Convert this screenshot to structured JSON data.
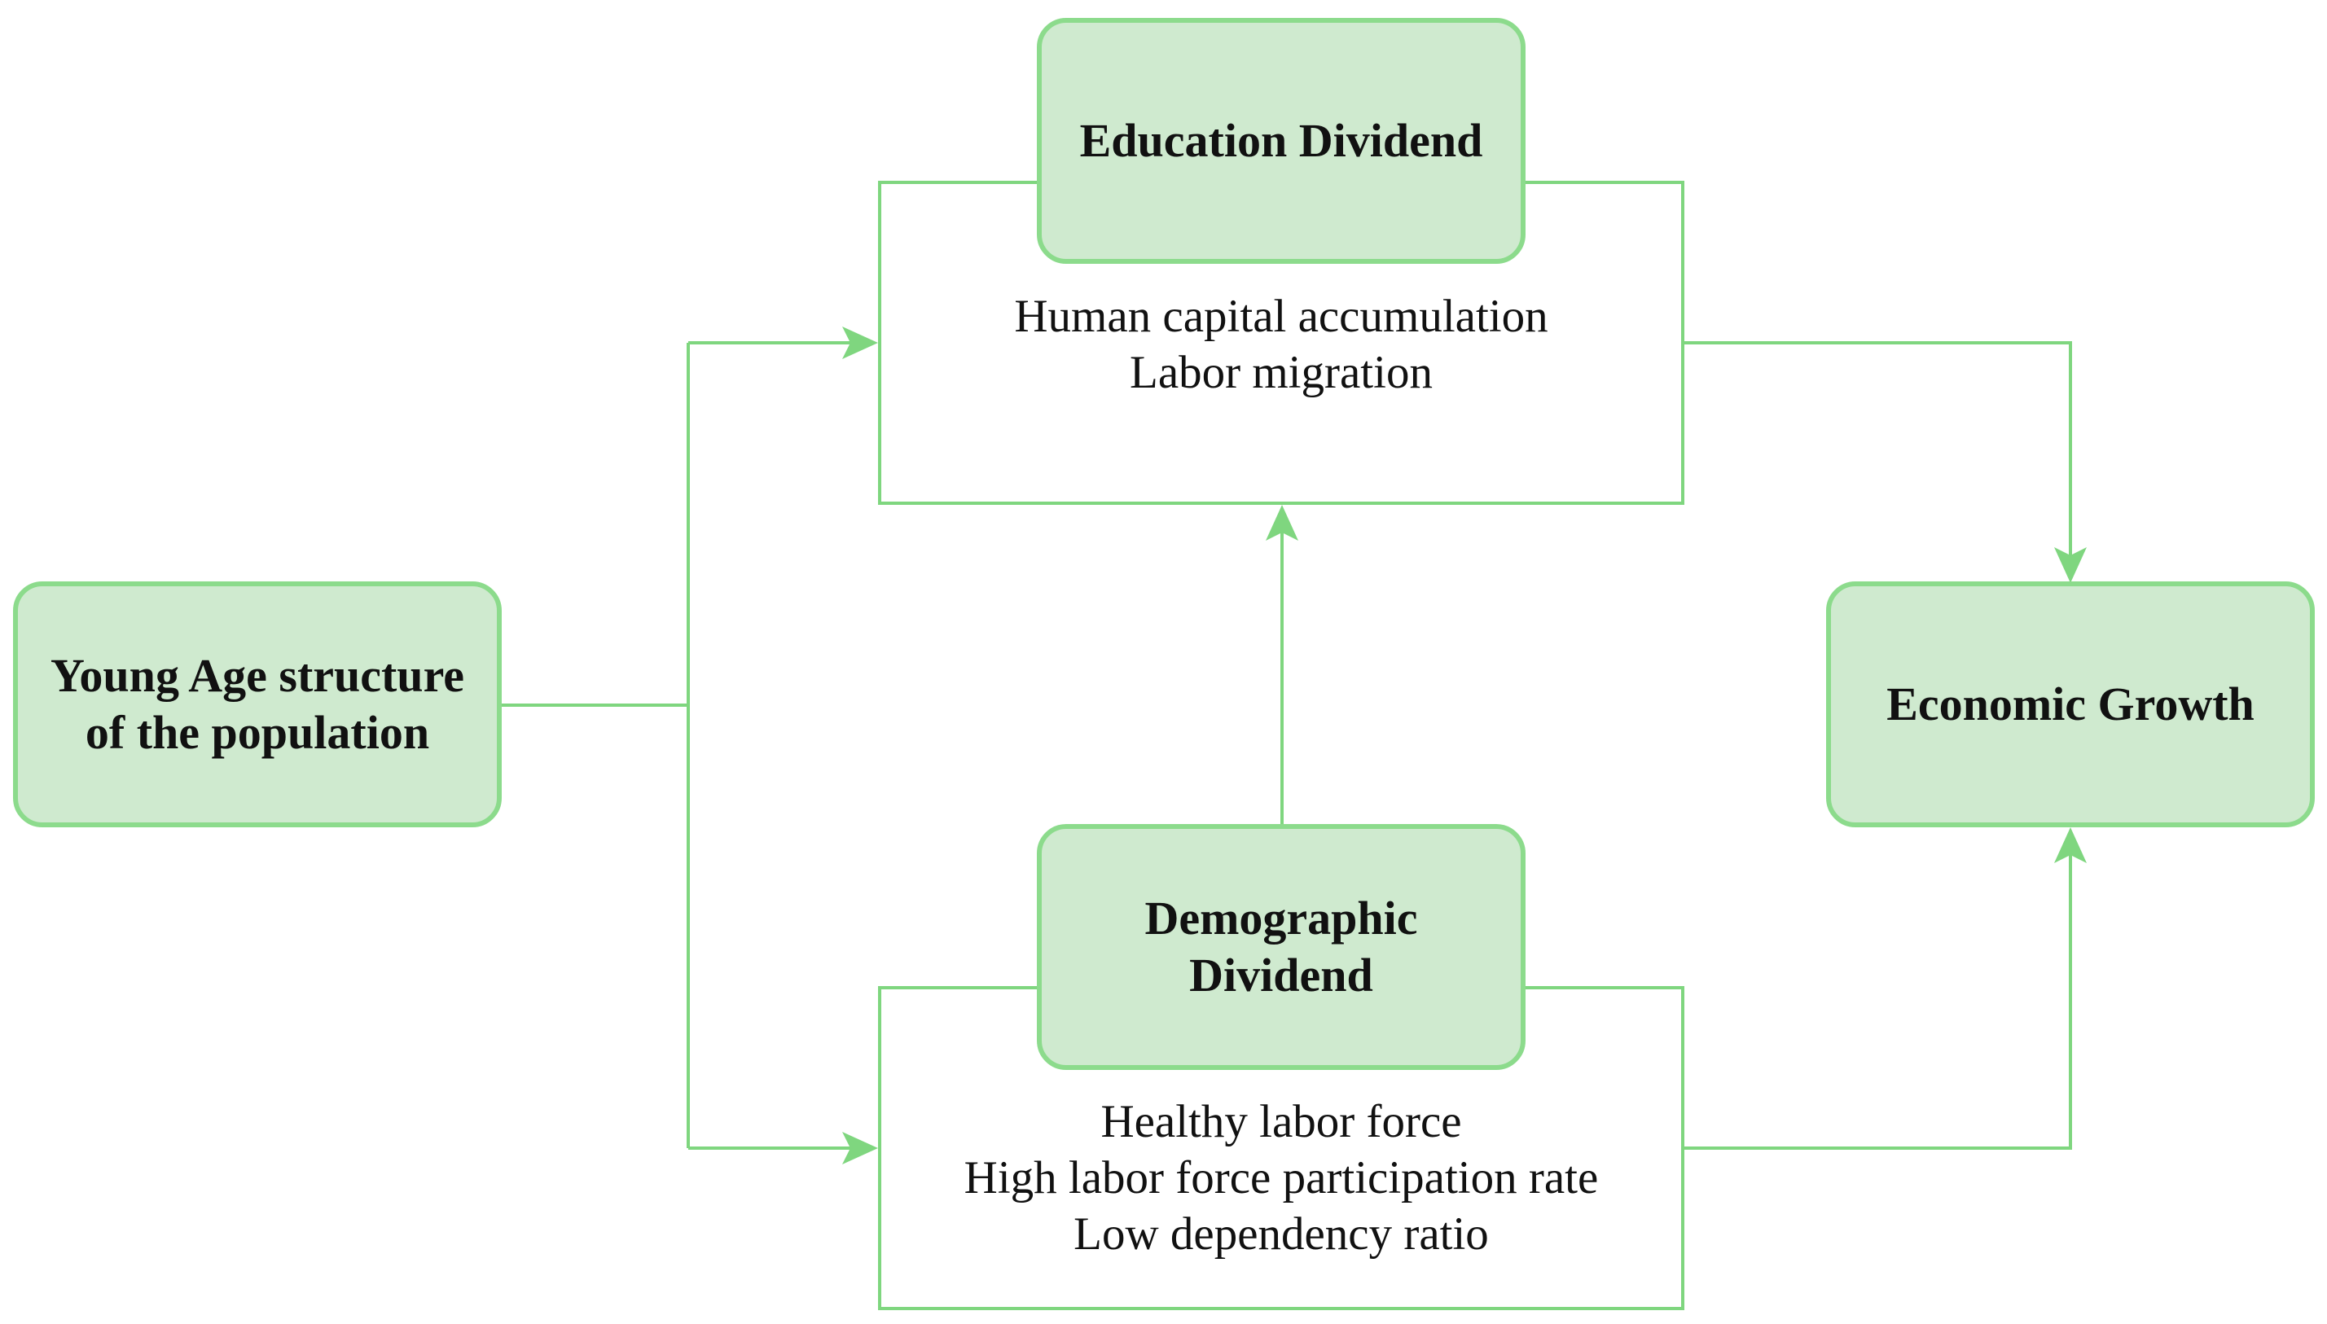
{
  "nodes": {
    "young_age": {
      "line1": "Young Age structure",
      "line2": "of the population"
    },
    "education": {
      "title": "Education Dividend",
      "items": [
        "Human capital accumulation",
        "Labor migration"
      ]
    },
    "demographic": {
      "title_line1": "Demographic",
      "title_line2": "Dividend",
      "items": [
        "Healthy labor force",
        "High labor force participation rate",
        "Low dependency ratio"
      ]
    },
    "economic": {
      "title": "Economic Growth"
    }
  },
  "colors": {
    "line": "#7fd67f",
    "box_fill": "#cfeacf",
    "box_border": "#8cdb8c"
  }
}
